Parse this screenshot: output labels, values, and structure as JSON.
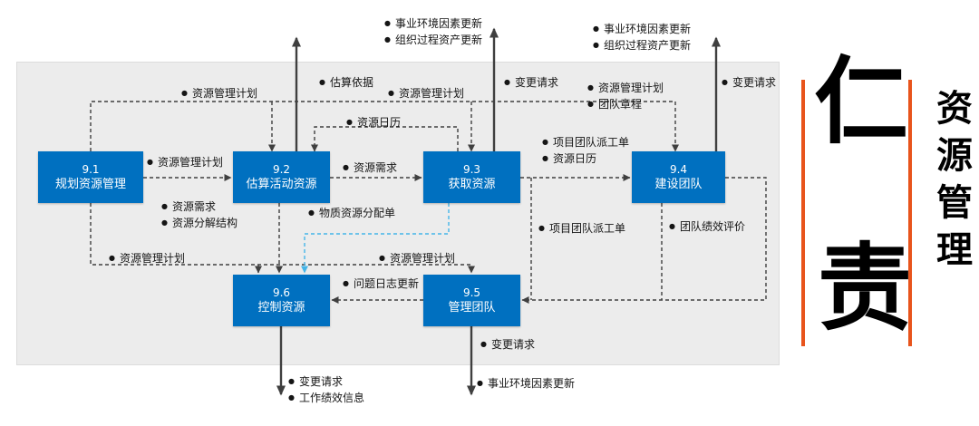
{
  "diagram": {
    "boxes": [
      {
        "id": "9.1",
        "name": "规划资源管理"
      },
      {
        "id": "9.2",
        "name": "估算活动资源"
      },
      {
        "id": "9.3",
        "name": "获取资源"
      },
      {
        "id": "9.4",
        "name": "建设团队"
      },
      {
        "id": "9.6",
        "name": "控制资源"
      },
      {
        "id": "9.5",
        "name": "管理团队"
      }
    ],
    "labels": [
      {
        "text": "资源管理计划"
      },
      {
        "text": "估算依据"
      },
      {
        "text": "资源管理计划"
      },
      {
        "text": "事业环境因素更新"
      },
      {
        "text": "组织过程资产更新"
      },
      {
        "text": "变更请求"
      },
      {
        "text": "资源管理计划"
      },
      {
        "text": "团队章程"
      },
      {
        "text": "事业环境因素更新"
      },
      {
        "text": "组织过程资产更新"
      },
      {
        "text": "变更请求"
      },
      {
        "text": "资源日历"
      },
      {
        "text": "资源管理计划"
      },
      {
        "text": "资源需求"
      },
      {
        "text": "项目团队派工单"
      },
      {
        "text": "资源日历"
      },
      {
        "text": "资源需求"
      },
      {
        "text": "资源分解结构"
      },
      {
        "text": "物质资源分配单"
      },
      {
        "text": "项目团队派工单"
      },
      {
        "text": "团队绩效评价"
      },
      {
        "text": "资源管理计划"
      },
      {
        "text": "资源管理计划"
      },
      {
        "text": "问题日志更新"
      },
      {
        "text": "变更请求"
      },
      {
        "text": "变更请求"
      },
      {
        "text": "工作绩效信息"
      },
      {
        "text": "事业环境因素更新"
      }
    ]
  },
  "branding": {
    "char_top": "仁",
    "char_bottom": "责",
    "vertical_title": "资源管理"
  },
  "colors": {
    "process_box": "#0070c0",
    "accent_orange": "#e8541c",
    "cyan_arrow": "#45b5e8",
    "panel_bg": "#ececec"
  }
}
